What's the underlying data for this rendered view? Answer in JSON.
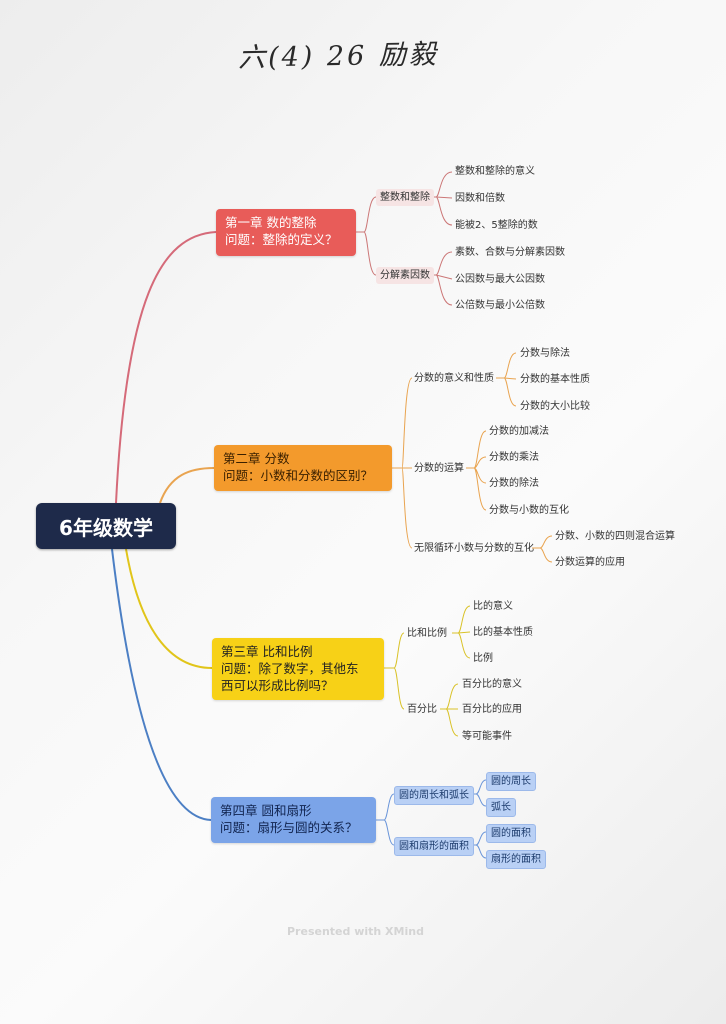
{
  "handwritten_title": "六(4) 26 励毅",
  "central_topic": "6年级数学",
  "chapters": [
    {
      "title": "第一章 数的整除",
      "question": "问题：整除的定义？",
      "groups": [
        {
          "label": "整数和整除",
          "items": [
            "整数和整除的意义",
            "因数和倍数",
            "能被2、5整除的数"
          ]
        },
        {
          "label": "分解素因数",
          "items": [
            "素数、合数与分解素因数",
            "公因数与最大公因数",
            "公倍数与最小公倍数"
          ]
        }
      ]
    },
    {
      "title": "第二章 分数",
      "question": "问题：小数和分数的区别？",
      "groups": [
        {
          "label": "分数的意义和性质",
          "items": [
            "分数与除法",
            "分数的基本性质",
            "分数的大小比较"
          ]
        },
        {
          "label": "分数的运算",
          "items": [
            "分数的加减法",
            "分数的乘法",
            "分数的除法",
            "分数与小数的互化"
          ]
        },
        {
          "label": "无限循环小数与分数的互化",
          "items": [
            "分数、小数的四则混合运算",
            "分数运算的应用"
          ]
        }
      ]
    },
    {
      "title": "第三章 比和比例",
      "question_line1": "问题：除了数字，其他东",
      "question_line2": "西可以形成比例吗？",
      "groups": [
        {
          "label": "比和比例",
          "items": [
            "比的意义",
            "比的基本性质",
            "比例"
          ]
        },
        {
          "label": "百分比",
          "items": [
            "百分比的意义",
            "百分比的应用",
            "等可能事件"
          ]
        }
      ]
    },
    {
      "title": "第四章 圆和扇形",
      "question": "问题：扇形与圆的关系？",
      "groups": [
        {
          "label": "圆的周长和弧长",
          "items": [
            "圆的周长",
            "弧长"
          ]
        },
        {
          "label": "圆和扇形的面积",
          "items": [
            "圆的面积",
            "扇形的面积"
          ]
        }
      ]
    }
  ],
  "footer": "Presented with XMind",
  "colors": {
    "ch1": "#e85c59",
    "ch2": "#f39a2c",
    "ch3": "#f7d117",
    "ch4": "#7ba4e8",
    "central": "#1e2a4a"
  }
}
